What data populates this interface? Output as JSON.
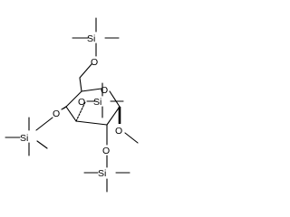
{
  "molecule": {
    "atoms": {
      "o_c6": "O",
      "si_top": "Si",
      "o_ring": "O",
      "o_c2": "O",
      "si_c2": "Si",
      "o_c3": "O",
      "si_c3": "Si",
      "o_c4": "O",
      "si_c4": "Si",
      "o_methoxy": "O"
    }
  }
}
